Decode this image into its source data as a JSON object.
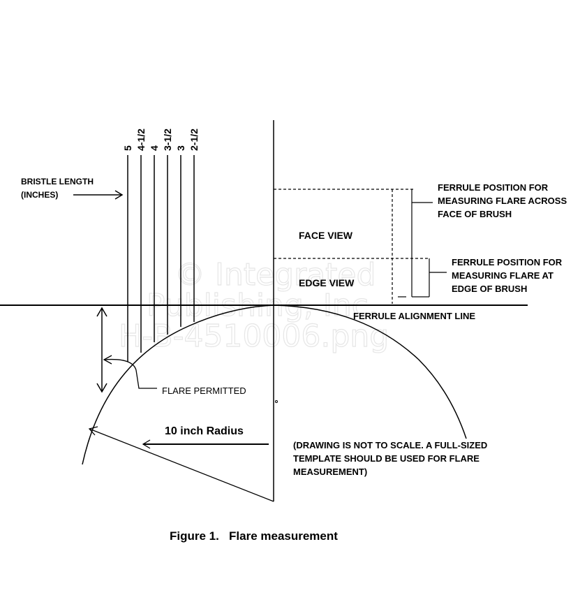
{
  "bristle_lengths": [
    "5",
    "4-1/2",
    "4",
    "3-1/2",
    "3",
    "2-1/2"
  ],
  "labels": {
    "bristle_length": [
      "BRISTLE LENGTH",
      "(INCHES)"
    ],
    "face_view": "FACE VIEW",
    "edge_view": "EDGE VIEW",
    "ferrule_face": [
      "FERRULE POSITION FOR",
      "MEASURING FLARE ACROSS",
      "FACE OF BRUSH"
    ],
    "ferrule_edge": [
      "FERRULE POSITION FOR",
      "MEASURING FLARE AT",
      "EDGE OF BRUSH"
    ],
    "alignment_line": "FERRULE ALIGNMENT LINE",
    "flare_permitted": "FLARE PERMITTED",
    "radius": "10 inch Radius",
    "note": [
      "(DRAWING IS NOT TO SCALE. A FULL-SIZED",
      "TEMPLATE SHOULD BE USED FOR FLARE",
      "MEASUREMENT)"
    ],
    "caption": "Figure 1.   Flare measurement"
  },
  "watermark": [
    "© Integrated",
    "Publishing, Inc.",
    "H-B-4510006.png"
  ]
}
